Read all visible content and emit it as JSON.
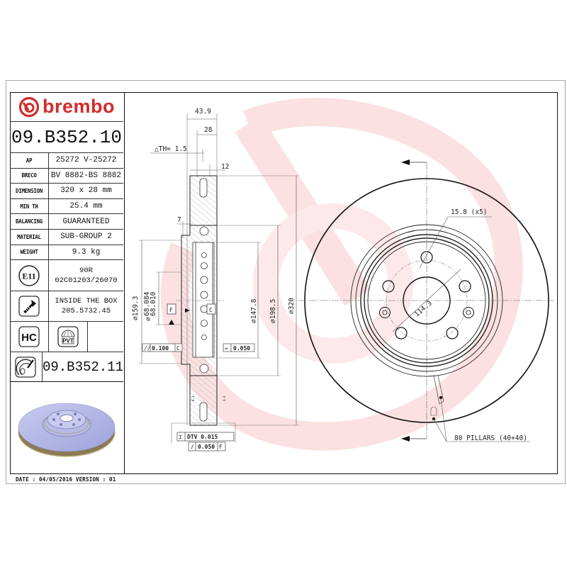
{
  "brand": {
    "name": "brembo",
    "color": "#d52b2b",
    "watermark_color": "#fbe3e3"
  },
  "part": {
    "number": "09.B352.10",
    "alt_number": "09.B352.11"
  },
  "specs": [
    {
      "label": "AP",
      "value": "25272 V-25272"
    },
    {
      "label": "BRECO",
      "value": "BV 8882-BS 8882"
    },
    {
      "label": "DIMENSION",
      "value": "320 x 28 mm"
    },
    {
      "label": "MIN TH",
      "value": "25.4 mm"
    },
    {
      "label": "BALANCING",
      "value": "GUARANTEED"
    },
    {
      "label": "MATERIAL",
      "value": "SUB-GROUP 2"
    },
    {
      "label": "WEIGHT",
      "value": "9.3 kg"
    }
  ],
  "certification": {
    "icon": "E11",
    "line1": "90R",
    "line2": "02C01203/26070"
  },
  "hardware": {
    "icon": "screw-icon",
    "line1": "INSIDE THE BOX",
    "line2": "205.5732.45"
  },
  "badges": {
    "hc": "HC",
    "pvt": "PVT"
  },
  "footer": {
    "text": "DATE : 04/05/2016 VERSION : 01"
  },
  "drawing": {
    "section": {
      "overall_width": "43.9",
      "thickness": "28",
      "delta_th": "△TH= 1.5",
      "vane_width": "12",
      "hat_offset": "7",
      "hat_diameter": "⌀159.3",
      "bore_max": "68.084",
      "bore_min": "68.010",
      "bore_prefix": "⌀",
      "datum_f": "F",
      "datum_c": "C",
      "d_147": "⌀147.8",
      "d_198": "⌀198.5",
      "d_320": "⌀320",
      "parallelism": {
        "symbol": "//",
        "value": "0.100",
        "datum": "C"
      },
      "flatness": {
        "symbol": "▱",
        "value": "0.050"
      },
      "dtv": {
        "symbol": "⌶",
        "value": "DTV 0.015"
      },
      "runout": {
        "symbol": "/",
        "value": "0.050",
        "datum": "F"
      },
      "surface_left": "6.3",
      "surface_right": "3.2"
    },
    "face": {
      "bolt_hole": "15.8 (x5)",
      "pcd": "114.3",
      "pillars": "80 PILLARS (40+40)"
    }
  }
}
